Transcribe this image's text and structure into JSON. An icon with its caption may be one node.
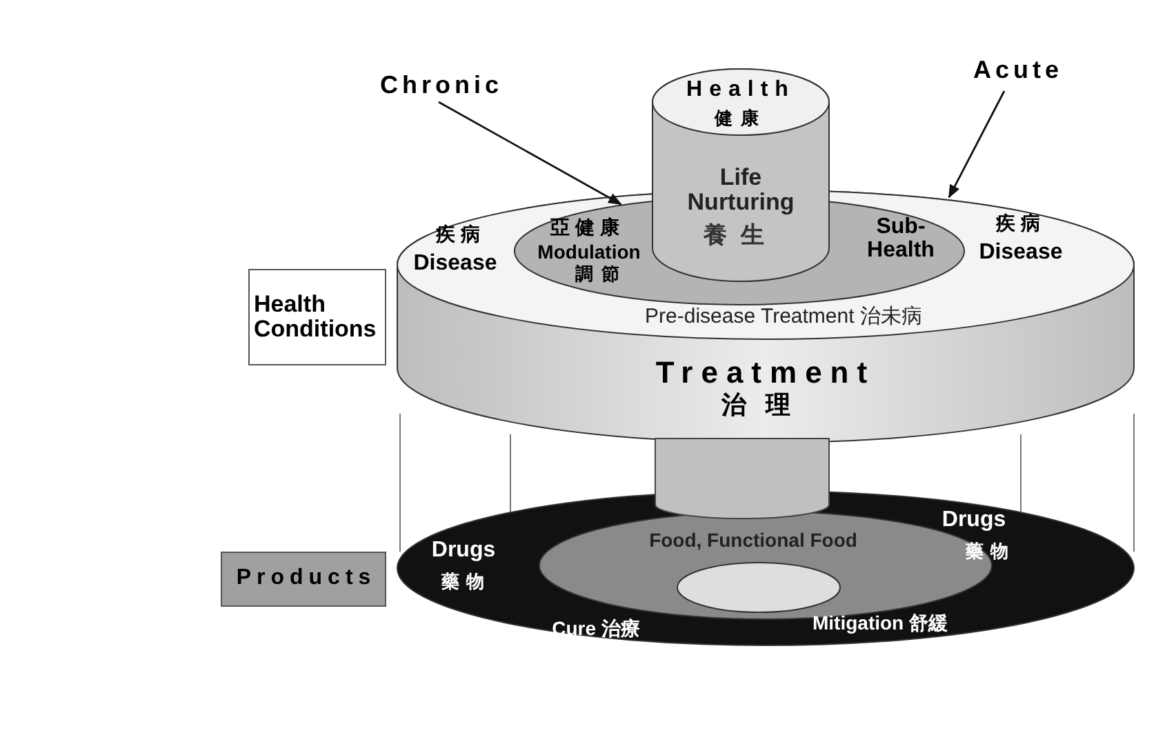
{
  "diagram": {
    "nodes": [
      {
        "text": [
          "Health Conditions"
        ]
      },
      {
        "text": [
          "Products"
        ]
      },
      {
        "text": [
          "Chronic"
        ]
      },
      {
        "text": [
          "Acute"
        ]
      },
      {
        "text": [
          "Treatment",
          "治理"
        ]
      },
      {
        "text": [
          "疾病",
          "Disease",
          "疾病",
          "Disease"
        ],
        "in": 4
      },
      {
        "text": [
          "亞健康",
          "Modulation",
          "調節",
          "Sub-Health"
        ],
        "in": 5
      },
      {
        "text": [
          "Health",
          "健康",
          "Life Nurturing",
          "養生"
        ]
      },
      {
        "text": [
          "Drugs",
          "藥物",
          "Drugs",
          "藥物",
          "Cure 治療",
          "Mitigation 舒緩"
        ]
      },
      {
        "text": [
          "Food, Functional Food"
        ],
        "in": 8
      },
      {
        "text": [],
        "shape": "ellipse",
        "in": 9
      }
    ],
    "edges": [
      {
        "from": 2,
        "to": 6,
        "arrow": "to"
      },
      {
        "from": 3,
        "to": 5,
        "arrow": "to"
      }
    ],
    "labels": [
      "Pre-disease Treatment 治未病"
    ]
  }
}
